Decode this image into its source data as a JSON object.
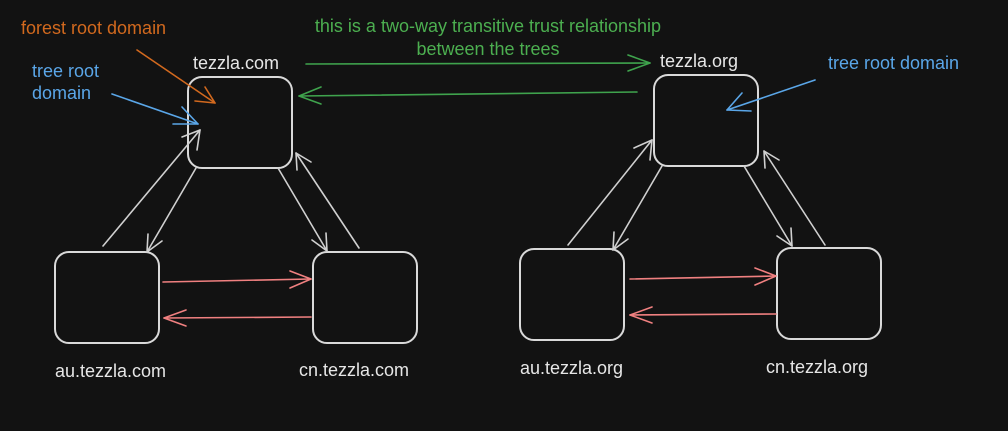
{
  "colors": {
    "background": "#121212",
    "node_border": "#d9d9d9",
    "node_label": "#e6e6e6",
    "parent_child_arrow": "#d0d0d0",
    "sibling_arrow": "#f08080",
    "tree_trust_arrow": "#3fa34d",
    "tree_trust_text": "#4caf50",
    "forest_root_annotation": "#d2691e",
    "tree_root_annotation": "#5aa6e8"
  },
  "nodes": {
    "tezzla_com": "tezzla.com",
    "tezzla_org": "tezzla.org",
    "au_tezzla_com": "au.tezzla.com",
    "cn_tezzla_com": "cn.tezzla.com",
    "au_tezzla_org": "au.tezzla.org",
    "cn_tezzla_org": "cn.tezzla.org"
  },
  "annotations": {
    "forest_root": "forest root domain",
    "tree_root_left_line1": "tree root",
    "tree_root_left_line2": "domain",
    "tree_root_right": "tree root domain",
    "trust_line1": "this is a two-way transitive trust relationship",
    "trust_line2": "between the trees"
  }
}
